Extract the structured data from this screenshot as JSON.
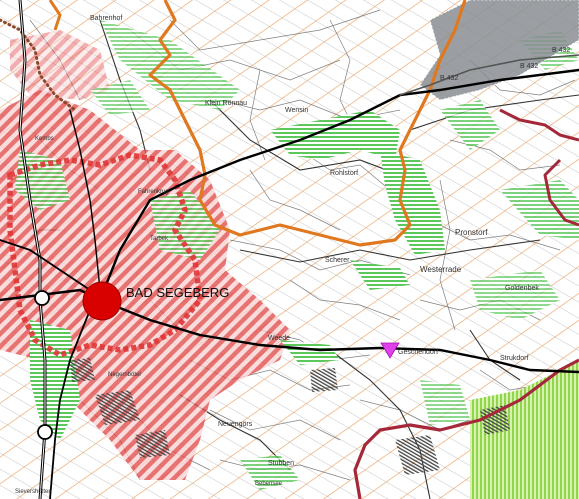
{
  "map": {
    "city_label": "BAD SEGEBERG",
    "places": {
      "bahrenhof": "Bahrenhof",
      "klein_ronnau": "Klein Rönnau",
      "wensin": "Wensin",
      "rohlstorf": "Rohlstorf",
      "pronstorf": "Pronstorf",
      "westerrade": "Westerrade",
      "goldenbek": "Goldenbek",
      "scherer": "Scherer",
      "weede": "Weede",
      "geschendorf": "Geschendorf",
      "strukdorf": "Strukdorf",
      "neuengors": "Neuengörs",
      "stubben": "Stubben",
      "bebensee": "Bebensee",
      "negernbotel": "Negernbötel",
      "fahrenkrug": "Fahrenkrug",
      "kembs": "Kembs",
      "tarbek": "Tarbek",
      "sievershutten": "Sievershütten"
    },
    "road_labels": {
      "b432_a": "B 432",
      "b432_b": "B 432",
      "b432_c": "B 432"
    },
    "colors": {
      "background": "#ffffff",
      "settlement_hatch": "#e14b4b",
      "city_dot": "#d90000",
      "green_area": "#5cc85c",
      "light_green": "#a6e06a",
      "orange_boundary": "#e07820",
      "dark_red_boundary": "#a5283a",
      "brown_boundary": "#8a4a2a",
      "motorway": "#000000",
      "lake": "#8a8e93",
      "marker": "#e040e8"
    },
    "icons": {
      "marker": "magenta-triangle-marker",
      "city": "red-city-dot",
      "junctions": "motorway-junction-circle"
    }
  }
}
